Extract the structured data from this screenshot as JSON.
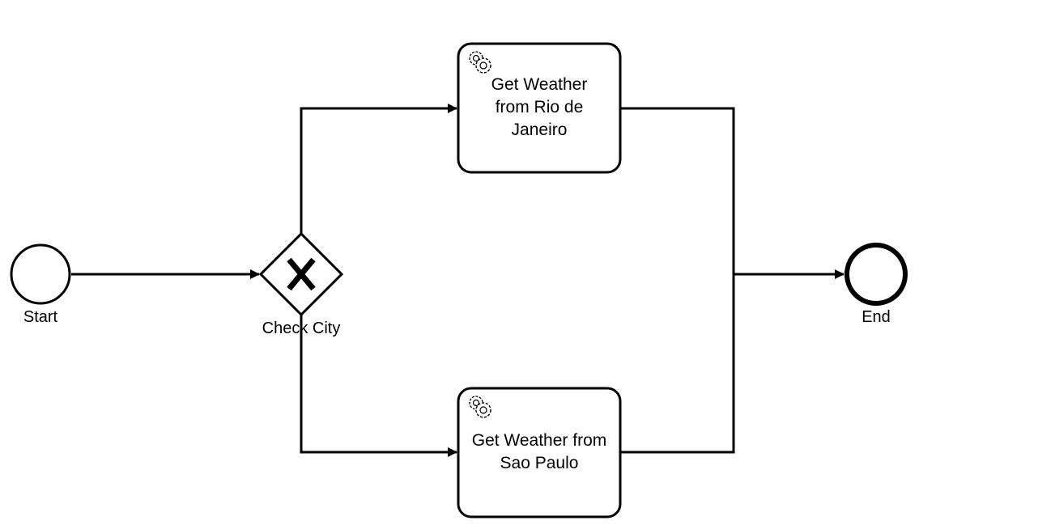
{
  "diagram": {
    "start_event": {
      "label": "Start"
    },
    "gateway": {
      "label": "Check City",
      "symbol": "X"
    },
    "task_rio": {
      "label": "Get Weather from Rio de Janeiro",
      "icon": "gears-icon"
    },
    "task_sp": {
      "label": "Get Weather from Sao Paulo",
      "icon": "gears-icon"
    },
    "end_event": {
      "label": "End"
    },
    "colors": {
      "stroke": "#000000",
      "fill": "#ffffff"
    }
  }
}
